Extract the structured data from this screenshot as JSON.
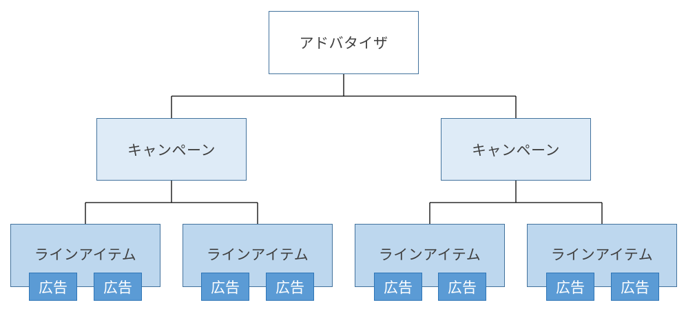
{
  "colors": {
    "advertiser_fill": "#ffffff",
    "campaign_fill": "#deebf7",
    "lineitem_fill": "#bdd7ee",
    "ad_fill": "#5b9bd5",
    "border": "#41719c",
    "text": "#404040",
    "ad_text": "#ffffff",
    "connector": "#000000"
  },
  "advertiser": {
    "label": "アドバタイザ"
  },
  "campaigns": [
    {
      "label": "キャンペーン",
      "line_items": [
        {
          "label": "ラインアイテム",
          "ads": [
            "広告",
            "広告"
          ]
        },
        {
          "label": "ラインアイテム",
          "ads": [
            "広告",
            "広告"
          ]
        }
      ]
    },
    {
      "label": "キャンペーン",
      "line_items": [
        {
          "label": "ラインアイテム",
          "ads": [
            "広告",
            "広告"
          ]
        },
        {
          "label": "ラインアイテム",
          "ads": [
            "広告",
            "広告"
          ]
        }
      ]
    }
  ]
}
